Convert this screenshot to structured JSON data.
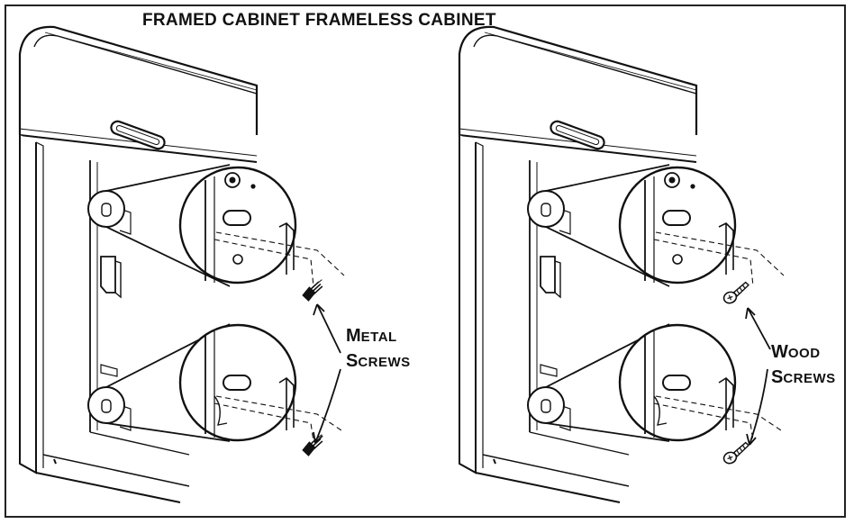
{
  "title": "FRAMED CABINET FRAMELESS CABINET",
  "panels": [
    {
      "label_line1": {
        "initial": "M",
        "rest": "ETAL"
      },
      "label_line2": {
        "initial": "S",
        "rest": "CREWS"
      }
    },
    {
      "label_line1": {
        "initial": "W",
        "rest": "OOD"
      },
      "label_line2": {
        "initial": "S",
        "rest": "CREWS"
      }
    }
  ],
  "colors": {
    "ink": "#111111",
    "paper": "#ffffff"
  }
}
